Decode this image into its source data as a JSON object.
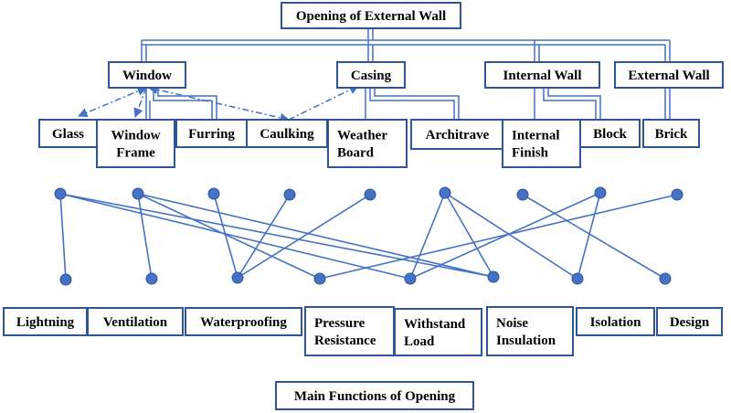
{
  "diagram": {
    "root": "Opening of External Wall",
    "categories": [
      "Window",
      "Casing",
      "Internal Wall",
      "External Wall"
    ],
    "components": [
      [
        "Glass"
      ],
      [
        "Window",
        "Frame"
      ],
      [
        "Furring"
      ],
      [
        "Caulking"
      ],
      [
        "Weather",
        "Board"
      ],
      [
        "Architrave"
      ],
      [
        "Internal",
        "Finish"
      ],
      [
        "Block"
      ],
      [
        "Brick"
      ]
    ],
    "functions": [
      [
        "Lightning"
      ],
      [
        "Ventilation"
      ],
      [
        "Waterproofing"
      ],
      [
        "Pressure",
        "Resistance"
      ],
      [
        "Withstand",
        "Load"
      ],
      [
        "Noise",
        "Insulation"
      ],
      [
        "Isolation"
      ],
      [
        "Design"
      ]
    ],
    "footer": "Main Functions of Opening",
    "edges": [
      [
        0,
        0
      ],
      [
        0,
        4
      ],
      [
        0,
        5
      ],
      [
        1,
        1
      ],
      [
        1,
        3
      ],
      [
        1,
        5
      ],
      [
        2,
        2
      ],
      [
        3,
        2
      ],
      [
        4,
        2
      ],
      [
        5,
        4
      ],
      [
        5,
        5
      ],
      [
        5,
        6
      ],
      [
        6,
        7
      ],
      [
        7,
        4
      ],
      [
        7,
        6
      ],
      [
        8,
        3
      ]
    ]
  }
}
